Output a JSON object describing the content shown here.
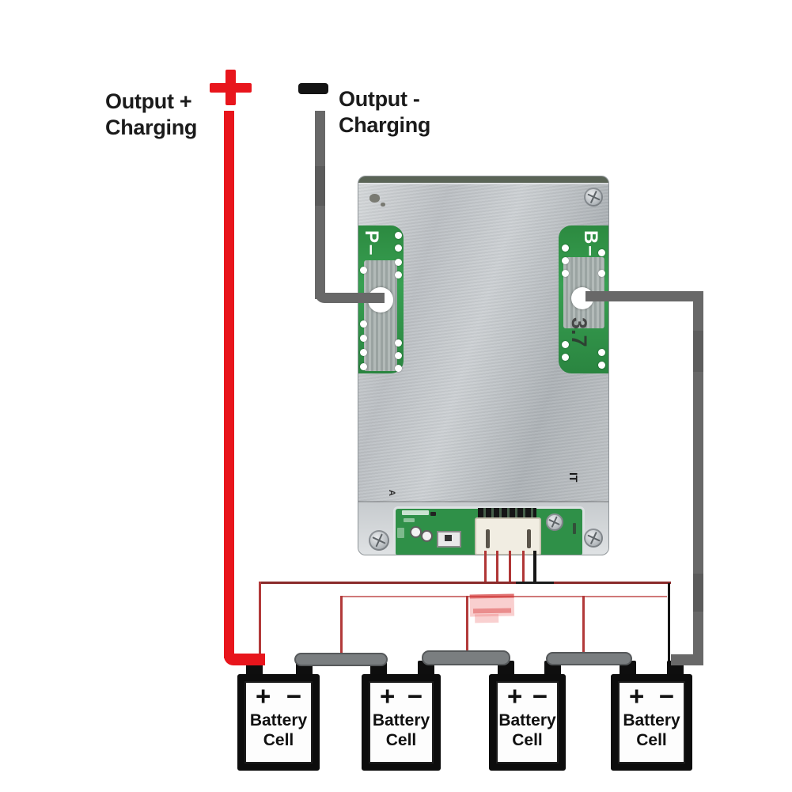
{
  "labels": {
    "output_plus": {
      "line1": "Output +",
      "line2": "Charging"
    },
    "output_minus": {
      "line1": "Output -",
      "line2": "Charging"
    }
  },
  "board": {
    "p_minus_label": "P–",
    "b_minus_label": "B–",
    "voltage_marking": "3.7",
    "side_marking": "IT",
    "corner_marking": "A"
  },
  "cells": [
    {
      "plus": "+",
      "minus": "−",
      "line1": "Battery",
      "line2": "Cell"
    },
    {
      "plus": "+",
      "minus": "−",
      "line1": "Battery",
      "line2": "Cell"
    },
    {
      "plus": "+",
      "minus": "−",
      "line1": "Battery",
      "line2": "Cell"
    },
    {
      "plus": "+",
      "minus": "−",
      "line1": "Battery",
      "line2": "Cell"
    }
  ],
  "colors": {
    "wire_red": "#e8151c",
    "wire_gray": "#686868",
    "pcb_green": "#2f9048",
    "balance_wire_red": "#b03636",
    "balance_wire_black": "#161616",
    "series_bar_gray": "#7a7e80"
  }
}
